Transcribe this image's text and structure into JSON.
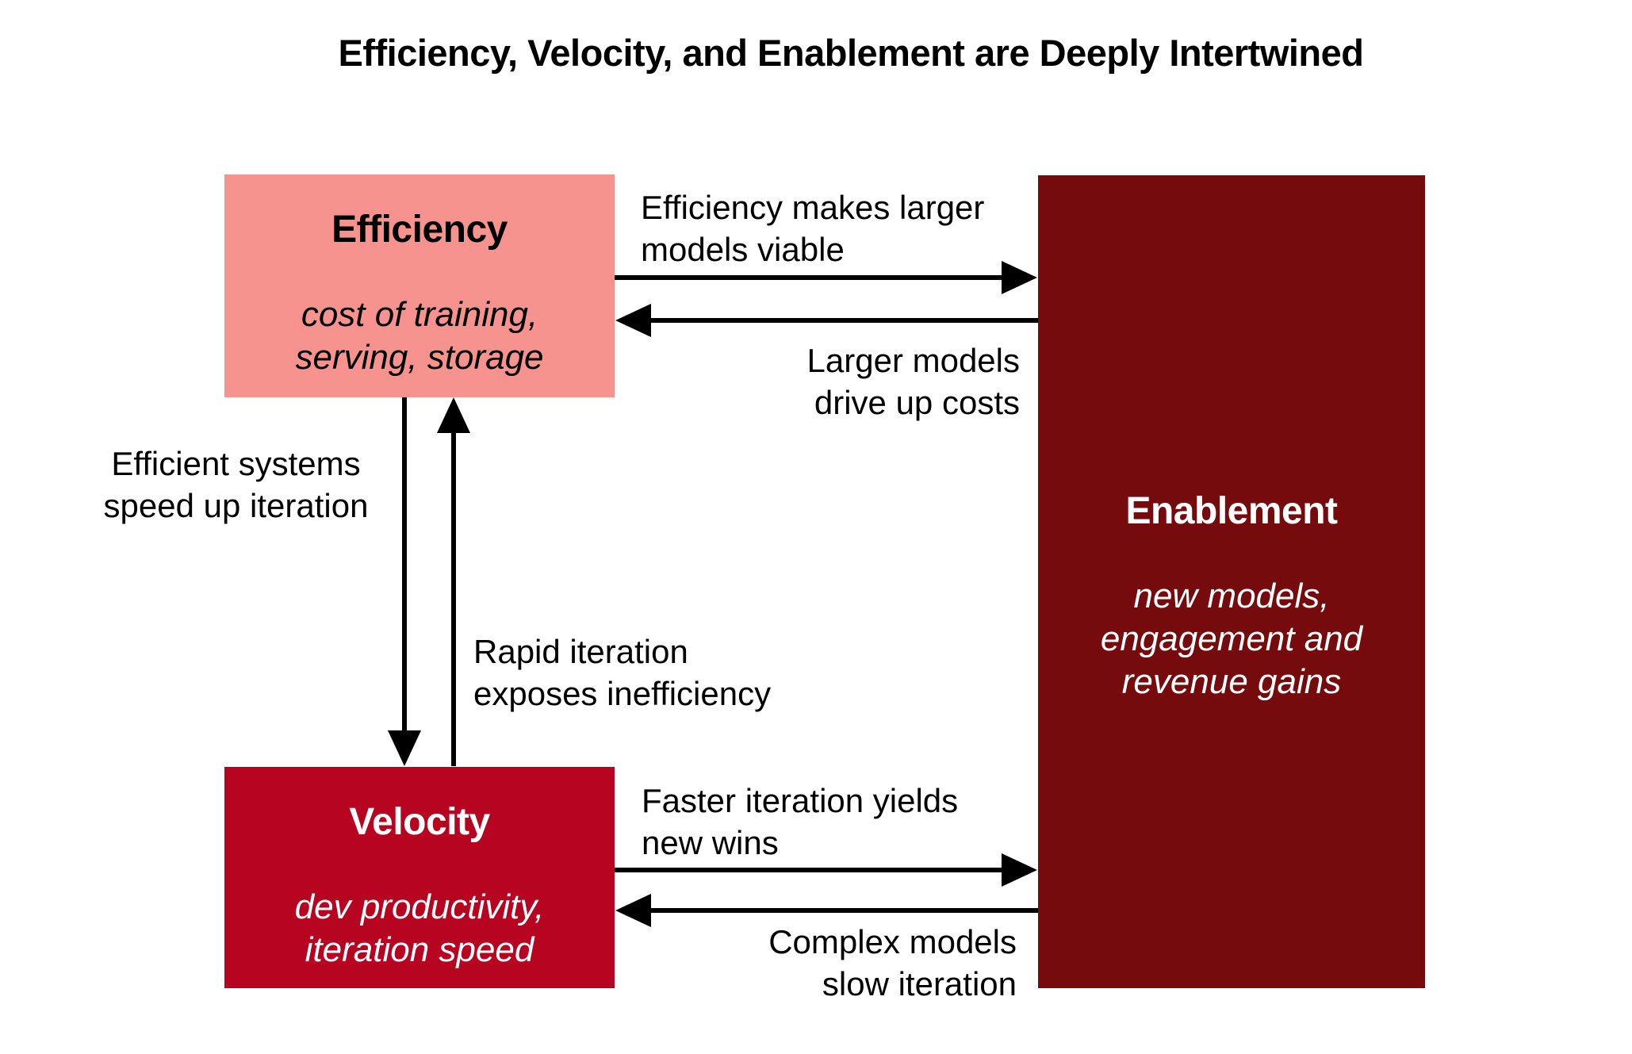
{
  "title": "Efficiency, Velocity, and Enablement are Deeply Intertwined",
  "colors": {
    "page_bg": "#FFFFFF",
    "efficiency_bg": "#F7938E",
    "velocity_bg": "#B70420",
    "enablement_bg": "#760B0E",
    "text_dark": "#000000",
    "text_light": "#FFFFFF",
    "arrow_color": "#000000"
  },
  "nodes": {
    "efficiency": {
      "label": "Efficiency",
      "sublabel": "cost of training,\nserving, storage"
    },
    "velocity": {
      "label": "Velocity",
      "sublabel": "dev productivity,\niteration speed"
    },
    "enablement": {
      "label": "Enablement",
      "sublabel": "new models,\nengagement and\nrevenue gains"
    }
  },
  "edges": {
    "efficiency_to_enablement": {
      "label": "Efficiency makes larger\nmodels viable"
    },
    "enablement_to_efficiency": {
      "label": "Larger models\ndrive up costs"
    },
    "efficiency_to_velocity": {
      "label": "Efficient systems\nspeed up iteration"
    },
    "velocity_to_efficiency": {
      "label": "Rapid iteration\nexposes inefficiency"
    },
    "velocity_to_enablement": {
      "label": "Faster iteration yields\nnew wins"
    },
    "enablement_to_velocity": {
      "label": "Complex models\nslow iteration"
    }
  }
}
